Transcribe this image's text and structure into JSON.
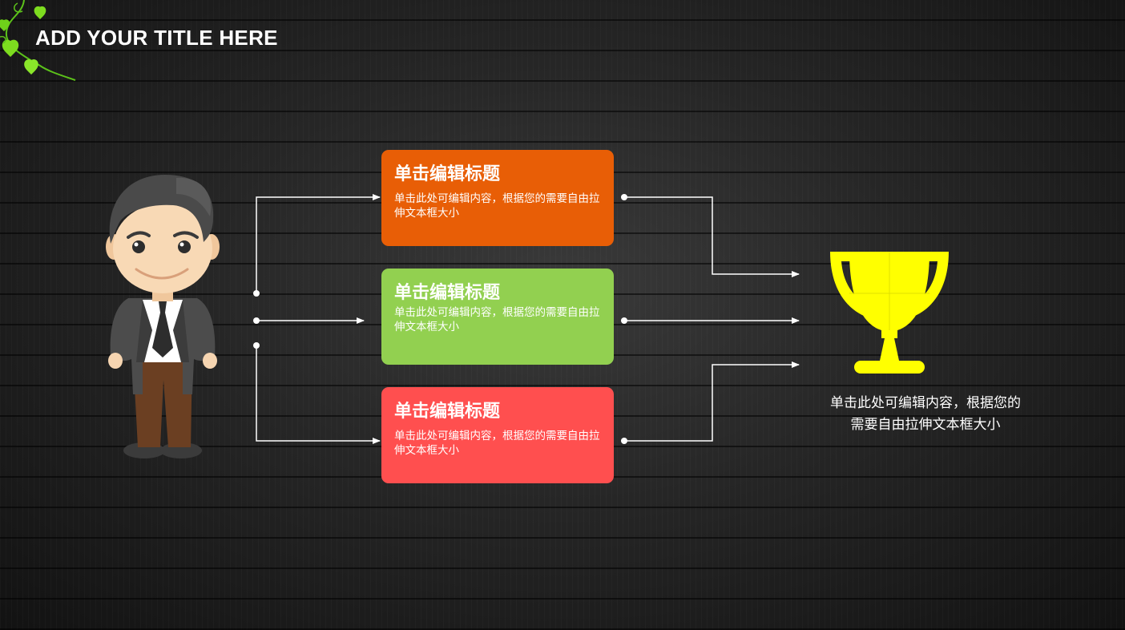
{
  "title": "ADD YOUR TITLE HERE",
  "cards": [
    {
      "title": "单击编辑标题",
      "body": "单击此处可编辑内容，根据您的需要自由拉伸文本框大小",
      "color": "#e85e06"
    },
    {
      "title": "单击编辑标题",
      "body": "单击此处可编辑内容，根据您的需要自由拉伸文本框大小",
      "color": "#92d050"
    },
    {
      "title": "单击编辑标题",
      "body": "单击此处可编辑内容，根据您的需要自由拉伸文本框大小",
      "color": "#ff4f4f"
    }
  ],
  "trophy": {
    "caption_line1": "单击此处可编辑内容，根据您的",
    "caption_line2": "需要自由拉伸文本框大小",
    "color": "#ffff00"
  },
  "icons": [
    "vine-decoration-icon",
    "businessman-icon",
    "trophy-icon"
  ]
}
